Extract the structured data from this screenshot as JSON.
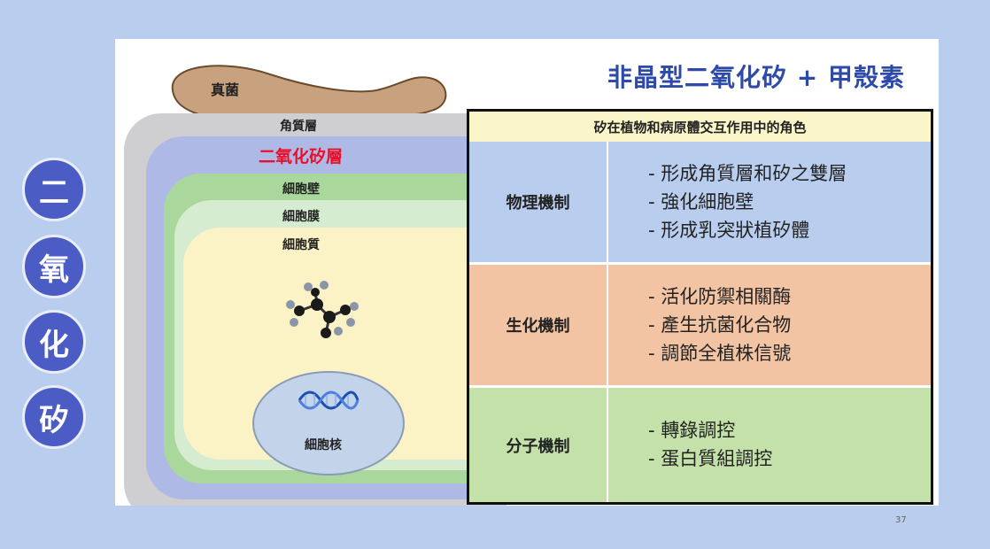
{
  "side_circles": [
    "二",
    "氧",
    "化",
    "矽"
  ],
  "title": "非晶型二氧化矽 + 甲殼素",
  "cell_diagram": {
    "fungus": "真菌",
    "cuticle": "角質層",
    "silica_layer": "二氧化矽層",
    "cell_wall": "細胞壁",
    "cell_membrane": "細胞膜",
    "cytoplasm": "細胞質",
    "nucleus": "細胞核",
    "colors": {
      "cuticle": "#cfcfd2",
      "silica_layer": "#aeb9e6",
      "cell_wall": "#a9d79c",
      "cell_membrane": "#d6ecd0",
      "cytoplasm": "#fbf3c6",
      "fungus": "#c8a27f",
      "silica_text": "#e8102a"
    }
  },
  "table": {
    "header": "矽在植物和病原體交互作用中的角色",
    "rows": [
      {
        "mechanism": "物理機制",
        "items": [
          "- 形成角質層和矽之雙層",
          "- 強化細胞壁",
          "- 形成乳突狀植矽體"
        ],
        "color": "#b9cdef"
      },
      {
        "mechanism": "生化機制",
        "items": [
          "- 活化防禦相關酶",
          "- 產生抗菌化合物",
          "- 調節全植株信號"
        ],
        "color": "#f3c4a3"
      },
      {
        "mechanism": "分子機制",
        "items": [
          "- 轉錄調控",
          "- 蛋白質組調控"
        ],
        "color": "#c3e1a8"
      }
    ]
  },
  "page_number": "37"
}
